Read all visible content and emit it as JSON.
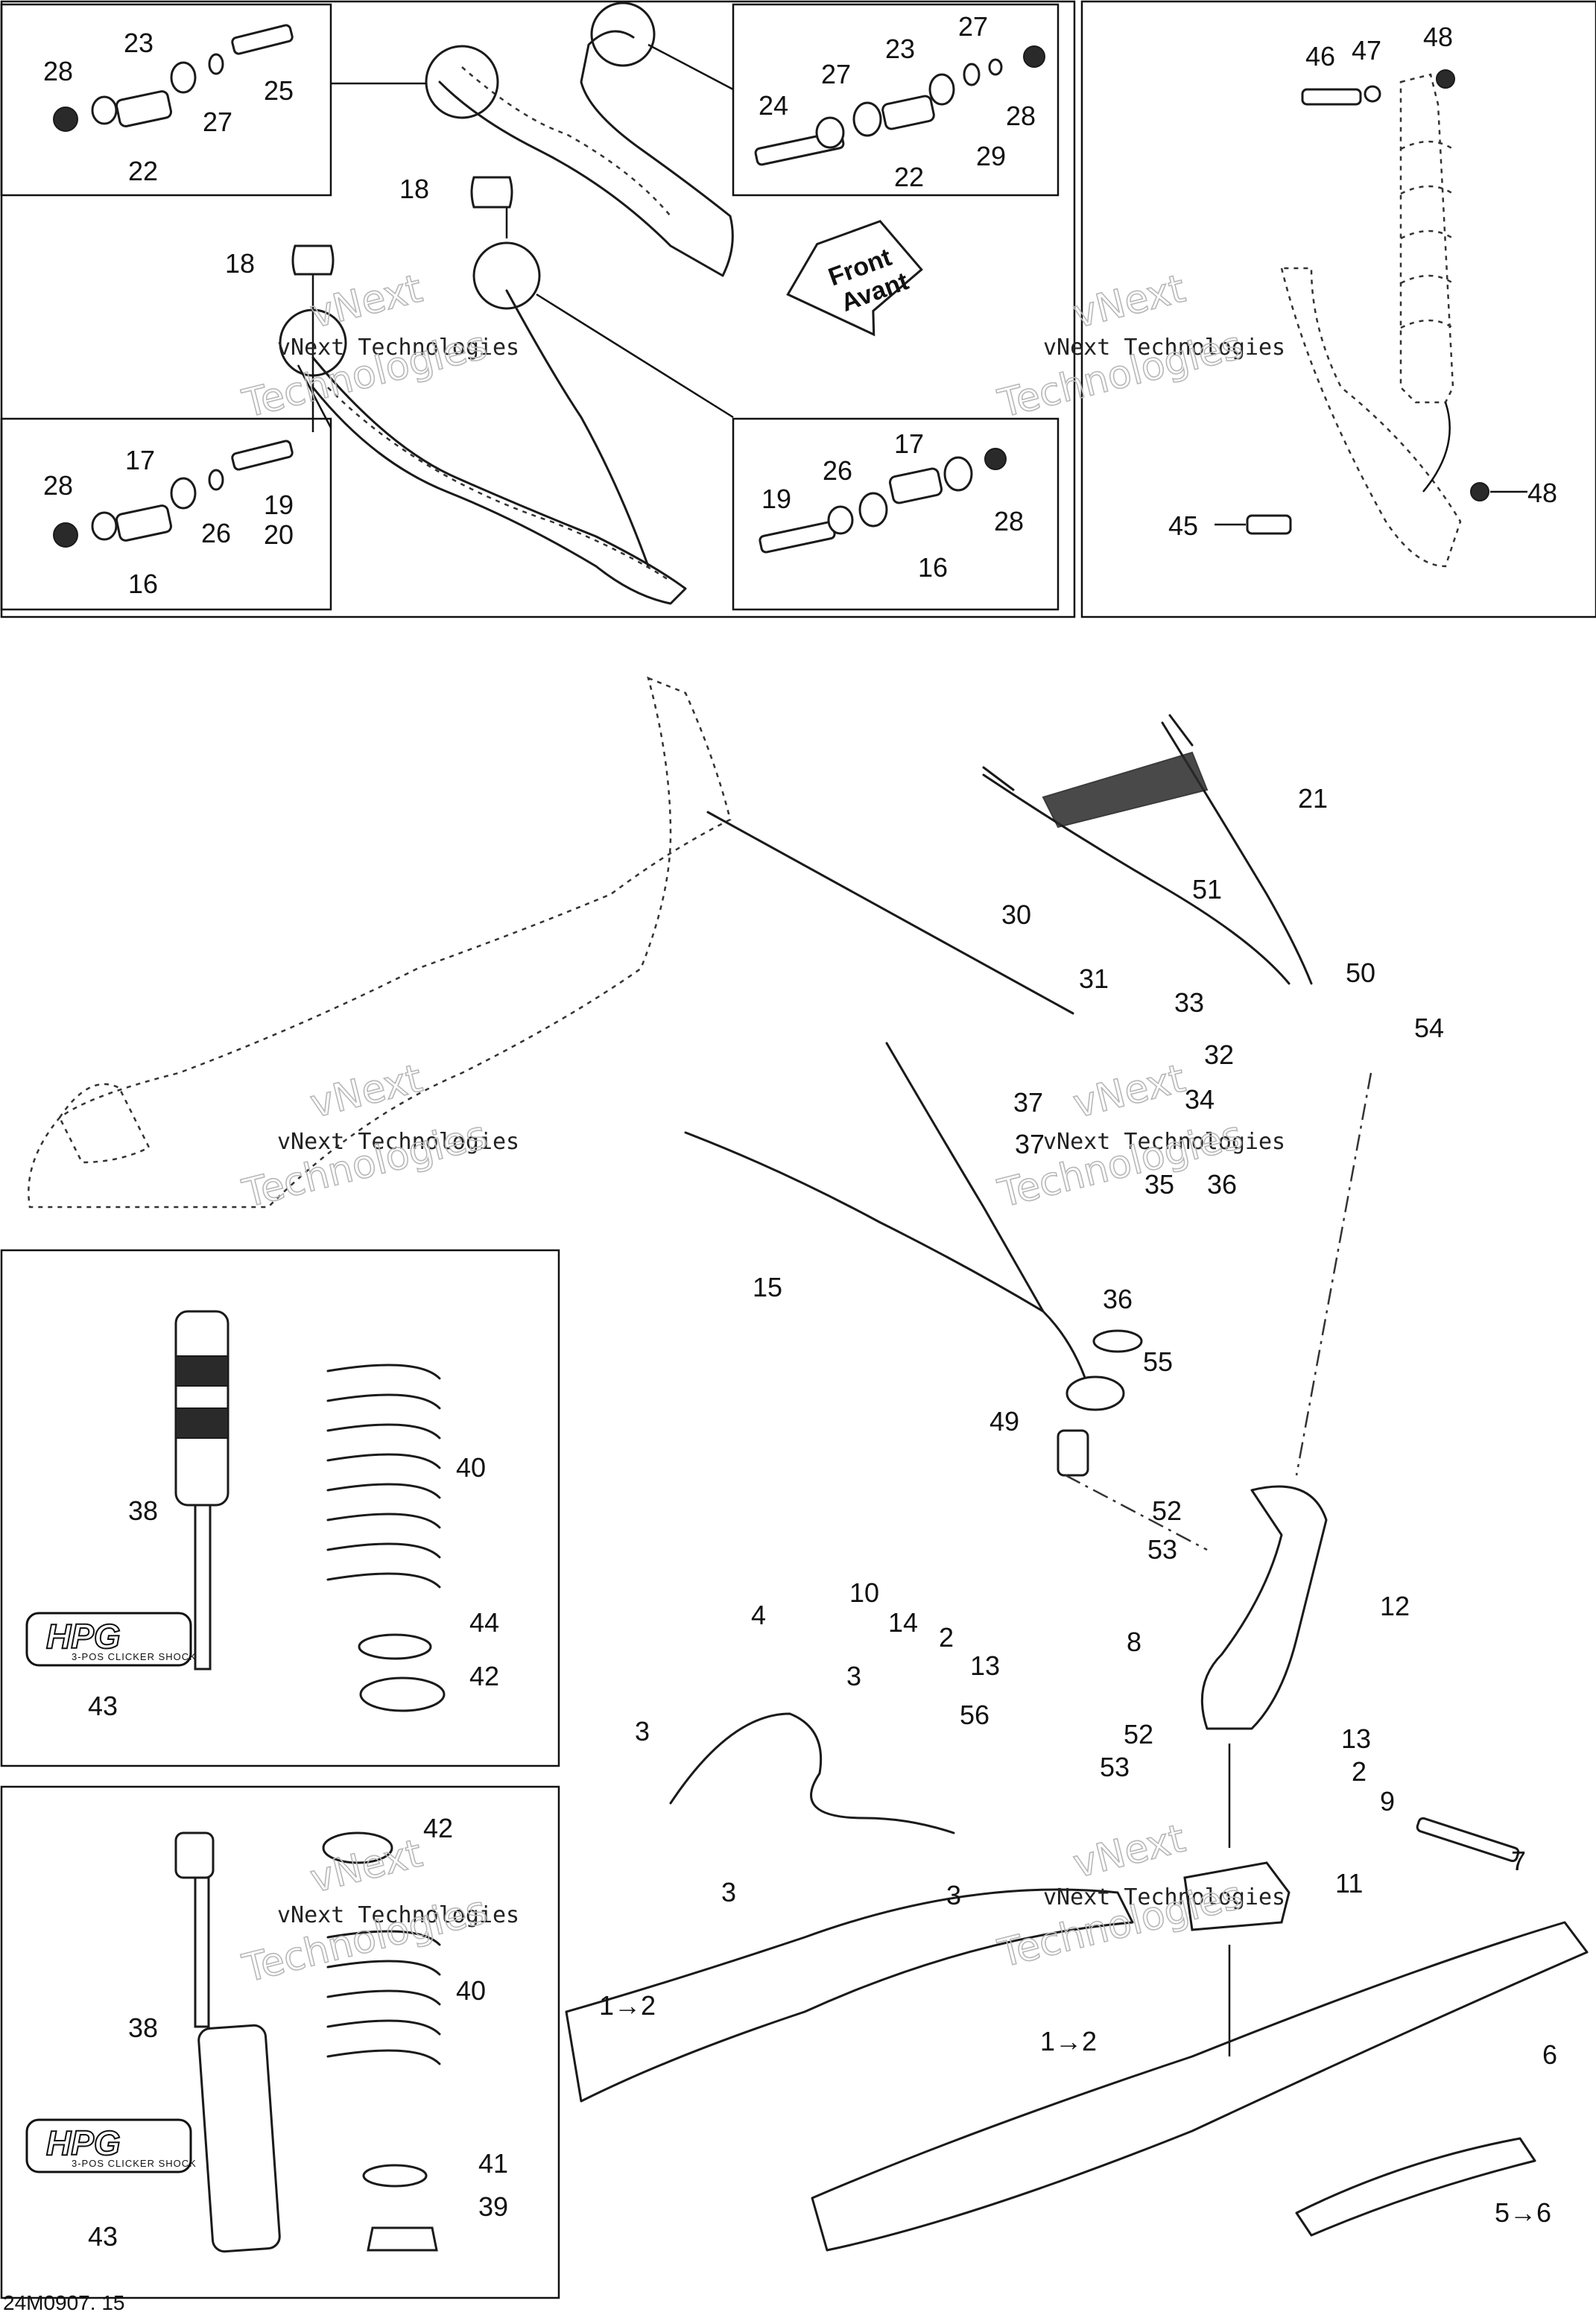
{
  "diagram": {
    "document_code": "24M0907. 15",
    "watermark_line1": "vNext Technologies",
    "watermark_outline_top": "vNext",
    "watermark_outline_bottom": "Technologies",
    "direction_arrow": {
      "line1": "Front",
      "line2": "Avant"
    },
    "shock_logo": {
      "brand": "HPG",
      "subtitle": "3-POS CLICKER SHOCK"
    },
    "callouts": [
      "28",
      "23",
      "22",
      "27",
      "25",
      "24",
      "27",
      "23",
      "27",
      "28",
      "22",
      "29",
      "18",
      "18",
      "28",
      "17",
      "26",
      "19",
      "20",
      "16",
      "19",
      "26",
      "17",
      "28",
      "16",
      "46",
      "47",
      "48",
      "48",
      "45",
      "21",
      "51",
      "30",
      "50",
      "54",
      "31",
      "33",
      "32",
      "34",
      "37",
      "37",
      "35",
      "36",
      "36",
      "15",
      "55",
      "49",
      "52",
      "53",
      "12",
      "10",
      "14",
      "2",
      "8",
      "13",
      "56",
      "52",
      "53",
      "13",
      "2",
      "9",
      "7",
      "11",
      "4",
      "3",
      "3",
      "3",
      "3",
      "1→2",
      "1→2",
      "6",
      "5→6",
      "38",
      "40",
      "44",
      "42",
      "43",
      "42",
      "40",
      "38",
      "41",
      "39",
      "43"
    ]
  }
}
